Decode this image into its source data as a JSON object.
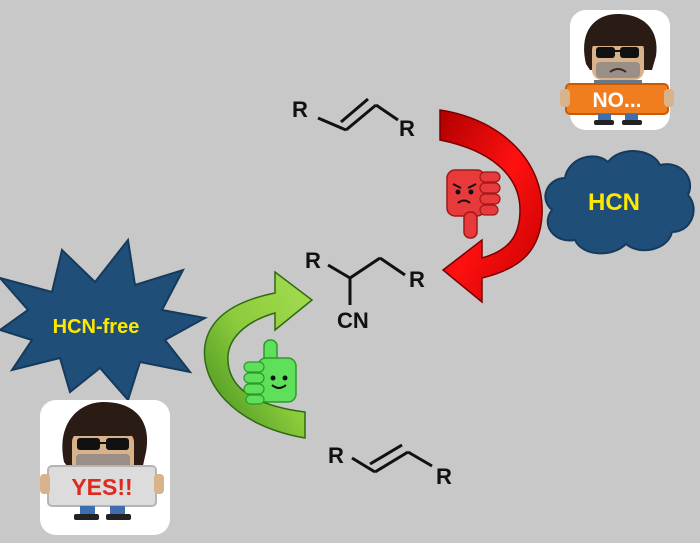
{
  "top_alkene": {
    "r_left": "R",
    "r_right": "R"
  },
  "product": {
    "r_left": "R",
    "r_right": "R",
    "substituent": "CN"
  },
  "bottom_alkene": {
    "r_left": "R",
    "r_right": "R"
  },
  "cloud": {
    "label": "HCN"
  },
  "starburst": {
    "label": "HCN-free"
  },
  "character_top": {
    "sign": "NO..."
  },
  "character_bottom": {
    "sign": "YES!!"
  }
}
